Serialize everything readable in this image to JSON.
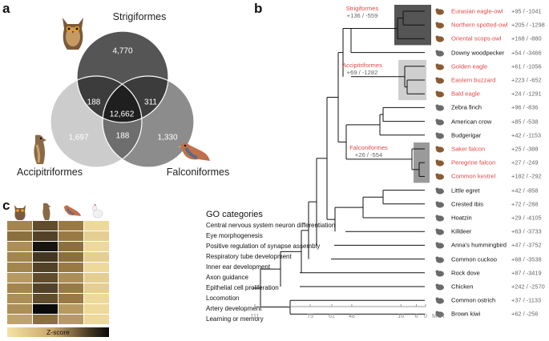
{
  "panels": {
    "a": "a",
    "b": "b",
    "c": "c"
  },
  "venn": {
    "sets": {
      "strigiformes": "Strigiformes",
      "accipitriformes": "Accipitriformes",
      "falconiformes": "Falconiformes"
    },
    "counts": {
      "strig_only": "4,770",
      "accip_only": "1,697",
      "falco_only": "1,330",
      "strig_accip": "188",
      "strig_falco": "311",
      "accip_falco": "188",
      "all": "12,662"
    },
    "colors": {
      "strigiformes": "#555555",
      "accipitriformes": "#cccccc",
      "falconiformes": "#8c8c8c"
    }
  },
  "go": {
    "title": "GO categories",
    "legend_label": "Z-score",
    "categories": [
      "Central nervous system neuron differentiation",
      "Eye morphogenesis",
      "Positive regulation of synapse assembly",
      "Respiratory tube development",
      "Inner ear development",
      "Axon guidance",
      "Epithelial cell proliferation",
      "Locomotion",
      "Artery development",
      "Learning or memory"
    ],
    "column_icons": [
      "owl-icon",
      "hawk-icon",
      "falcon-icon",
      "chicken-icon"
    ],
    "zscores": [
      [
        0.45,
        0.7,
        0.5,
        0.05
      ],
      [
        0.55,
        0.75,
        0.5,
        0.1
      ],
      [
        0.4,
        0.95,
        0.55,
        0.05
      ],
      [
        0.45,
        0.8,
        0.55,
        0.1
      ],
      [
        0.45,
        0.75,
        0.5,
        0.05
      ],
      [
        0.35,
        0.7,
        0.4,
        0.1
      ],
      [
        0.45,
        0.75,
        0.5,
        0.1
      ],
      [
        0.4,
        0.7,
        0.5,
        0.05
      ],
      [
        0.4,
        1.0,
        0.35,
        0.05
      ],
      [
        0.3,
        0.55,
        0.35,
        0.05
      ]
    ],
    "color_low": "#f6e3a4",
    "color_high": "#0a0a0a"
  },
  "tree": {
    "axis_label": "MYA",
    "axis_ticks": [
      "111",
      "75",
      "61",
      "48",
      "16",
      "6",
      "0"
    ],
    "clades": [
      {
        "name": "Strigiformes",
        "gene_change": "+136 / -559",
        "shade": "#555555"
      },
      {
        "name": "Accipitriformes",
        "gene_change": "+69 / -1282",
        "shade": "#cfcfcf"
      },
      {
        "name": "Falconiformes",
        "gene_change": "+26 / -554",
        "shade": "#9a9a9a"
      }
    ],
    "species": [
      {
        "name": "Eurasian eagle-owl",
        "gene_change": "+95 / -1041",
        "highlight": true,
        "icon": "owl-icon"
      },
      {
        "name": "Northern spotted-owl",
        "gene_change": "+205 / -1298",
        "highlight": true,
        "icon": "owl-icon"
      },
      {
        "name": "Oriental scops-owl",
        "gene_change": "+168 / -880",
        "highlight": true,
        "icon": "owl-icon"
      },
      {
        "name": "Downy woodpecker",
        "gene_change": "+54 / -3466",
        "highlight": false,
        "icon": "woodpecker-icon"
      },
      {
        "name": "Golden eagle",
        "gene_change": "+61 / -1056",
        "highlight": true,
        "icon": "eagle-icon"
      },
      {
        "name": "Eastern buzzard",
        "gene_change": "+223 / -652",
        "highlight": true,
        "icon": "buzzard-icon"
      },
      {
        "name": "Bald eagle",
        "gene_change": "+24 / -1291",
        "highlight": true,
        "icon": "eagle-icon"
      },
      {
        "name": "Zebra finch",
        "gene_change": "+96 / -836",
        "highlight": false,
        "icon": "finch-icon"
      },
      {
        "name": "American crow",
        "gene_change": "+85 / -538",
        "highlight": false,
        "icon": "crow-icon"
      },
      {
        "name": "Budgerigar",
        "gene_change": "+42 / -1153",
        "highlight": false,
        "icon": "parrot-icon"
      },
      {
        "name": "Saker falcon",
        "gene_change": "+25 / -388",
        "highlight": true,
        "icon": "falcon-icon"
      },
      {
        "name": "Peregrine falcon",
        "gene_change": "+27 / -249",
        "highlight": true,
        "icon": "falcon-icon"
      },
      {
        "name": "Common kestrel",
        "gene_change": "+182 / -292",
        "highlight": true,
        "icon": "kestrel-icon"
      },
      {
        "name": "Little egret",
        "gene_change": "+42 / -858",
        "highlight": false,
        "icon": "egret-icon"
      },
      {
        "name": "Crested ibis",
        "gene_change": "+72 / -288",
        "highlight": false,
        "icon": "ibis-icon"
      },
      {
        "name": "Hoatzin",
        "gene_change": "+29 / -4105",
        "highlight": false,
        "icon": "hoatzin-icon"
      },
      {
        "name": "Killdeer",
        "gene_change": "+63 / -3733",
        "highlight": false,
        "icon": "killdeer-icon"
      },
      {
        "name": "Anna's hummingbird",
        "gene_change": "+47 / -3752",
        "highlight": false,
        "icon": "hummingbird-icon"
      },
      {
        "name": "Common cuckoo",
        "gene_change": "+68 / -3538",
        "highlight": false,
        "icon": "cuckoo-icon"
      },
      {
        "name": "Rock dove",
        "gene_change": "+87 / -3419",
        "highlight": false,
        "icon": "dove-icon"
      },
      {
        "name": "Chicken",
        "gene_change": "+242 / -2570",
        "highlight": false,
        "icon": "chicken-icon"
      },
      {
        "name": "Common ostrich",
        "gene_change": "+37 / -1133",
        "highlight": false,
        "icon": "ostrich-icon"
      },
      {
        "name": "Brown kiwi",
        "gene_change": "+62 / -256",
        "highlight": false,
        "icon": "kiwi-icon"
      }
    ],
    "colors": {
      "highlight": "#e24848",
      "normal": "#111111"
    }
  }
}
